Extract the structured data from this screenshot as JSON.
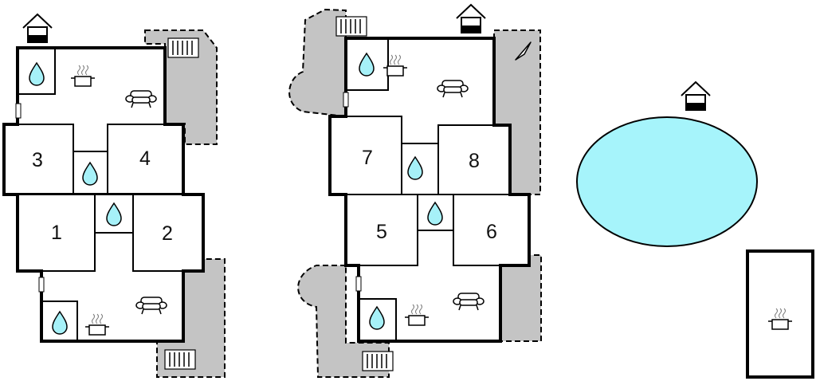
{
  "plans": [
    {
      "id": "left",
      "rooms": [
        {
          "label": "3"
        },
        {
          "label": "4"
        },
        {
          "label": "1"
        },
        {
          "label": "2"
        }
      ]
    },
    {
      "id": "middle",
      "rooms": [
        {
          "label": "7"
        },
        {
          "label": "8"
        },
        {
          "label": "5"
        },
        {
          "label": "6"
        }
      ]
    }
  ],
  "colors": {
    "wall": "#000000",
    "floor": "#ffffff",
    "terrace": "#c4c4c4",
    "water": "#a6f1f8",
    "pool": "#a6f4fb"
  },
  "icons": {
    "house": "house-icon",
    "bathroom": "water-drop-icon",
    "kitchen": "cooking-pot-icon",
    "living": "sofa-icon",
    "bbq": "grill-icon",
    "view": "compass-arrow-icon",
    "pool": "swimming-pool"
  }
}
